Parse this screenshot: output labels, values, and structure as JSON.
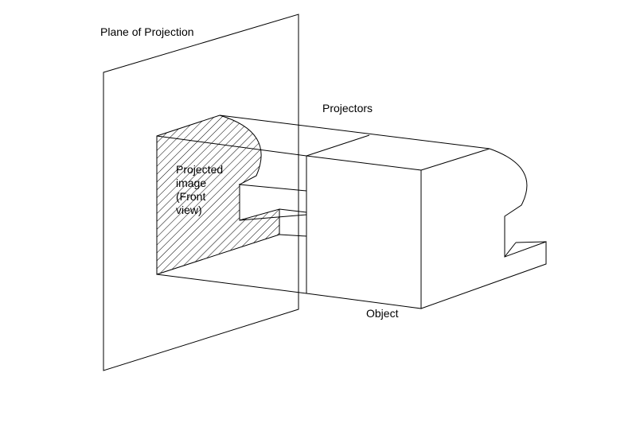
{
  "labels": {
    "plane": "Plane of Projection",
    "projectors": "Projectors",
    "object": "Object",
    "image_lines": [
      "Projected",
      "image",
      "(Front",
      "view)"
    ]
  },
  "colors": {
    "stroke": "#000000",
    "background": "#ffffff",
    "hatch": "#000000"
  }
}
